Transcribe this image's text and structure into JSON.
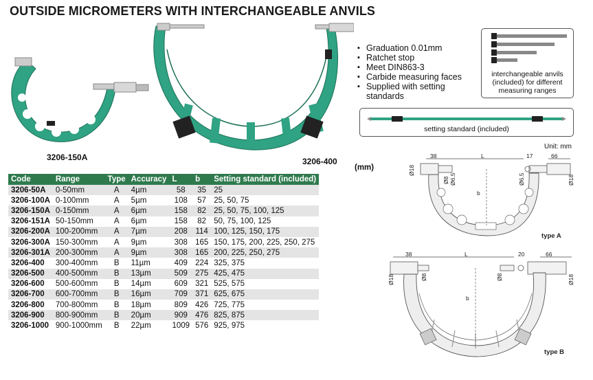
{
  "title": "OUTSIDE MICROMETERS WITH INTERCHANGEABLE ANVILS",
  "products": {
    "small": "3206-150A",
    "large": "3206-400"
  },
  "features": [
    "Graduation 0.01mm",
    "Ratchet stop",
    "Meet DIN863-3",
    "Carbide measuring faces",
    "Supplied with setting standards"
  ],
  "anvils_caption": "interchangeable anvils (included) for different measuring ranges",
  "setting_standard_caption": "setting standard (included)",
  "unit_note": "Unit: mm",
  "table_unit": "(mm)",
  "table": {
    "headers": [
      "Code",
      "Range",
      "Type",
      "Accuracy",
      "L",
      "b",
      "Setting standard (included)"
    ],
    "rows": [
      [
        "3206-50A",
        "0-50mm",
        "A",
        "4µm",
        "58",
        "35",
        "25"
      ],
      [
        "3206-100A",
        "0-100mm",
        "A",
        "5µm",
        "108",
        "57",
        "25, 50, 75"
      ],
      [
        "3206-150A",
        "0-150mm",
        "A",
        "6µm",
        "158",
        "82",
        "25, 50, 75, 100, 125"
      ],
      [
        "3206-151A",
        "50-150mm",
        "A",
        "6µm",
        "158",
        "82",
        "50, 75, 100, 125"
      ],
      [
        "3206-200A",
        "100-200mm",
        "A",
        "7µm",
        "208",
        "114",
        "100, 125, 150, 175"
      ],
      [
        "3206-300A",
        "150-300mm",
        "A",
        "9µm",
        "308",
        "165",
        "150, 175, 200, 225, 250, 275"
      ],
      [
        "3206-301A",
        "200-300mm",
        "A",
        "9µm",
        "308",
        "165",
        "200, 225, 250, 275"
      ],
      [
        "3206-400",
        "300-400mm",
        "B",
        "11µm",
        "409",
        "224",
        "325, 375"
      ],
      [
        "3206-500",
        "400-500mm",
        "B",
        "13µm",
        "509",
        "275",
        "425, 475"
      ],
      [
        "3206-600",
        "500-600mm",
        "B",
        "14µm",
        "609",
        "321",
        "525, 575"
      ],
      [
        "3206-700",
        "600-700mm",
        "B",
        "16µm",
        "709",
        "371",
        "625, 675"
      ],
      [
        "3206-800",
        "700-800mm",
        "B",
        "18µm",
        "809",
        "426",
        "725, 775"
      ],
      [
        "3206-900",
        "800-900mm",
        "B",
        "20µm",
        "909",
        "476",
        "825, 875"
      ],
      [
        "3206-1000",
        "900-1000mm",
        "B",
        "22µm",
        "1009",
        "576",
        "925, 975"
      ]
    ]
  },
  "diagram_a": {
    "d1": "38",
    "L": "L",
    "d2": "17",
    "d3": "66",
    "dia1": "Ø18",
    "dia2": "Ø8",
    "dia3": "Ø6.5",
    "dia4": "Ø6.5",
    "dia5": "Ø18",
    "b": "b",
    "label": "type A"
  },
  "diagram_b": {
    "d1": "38",
    "L": "L",
    "d2": "20",
    "d3": "66",
    "dia1": "Ø18",
    "dia2": "Ø8",
    "dia3": "Ø8",
    "dia4": "Ø18",
    "b": "b",
    "label": "type B"
  },
  "colors": {
    "frame_green": "#2fa383",
    "header_green": "#2f7a4d"
  }
}
